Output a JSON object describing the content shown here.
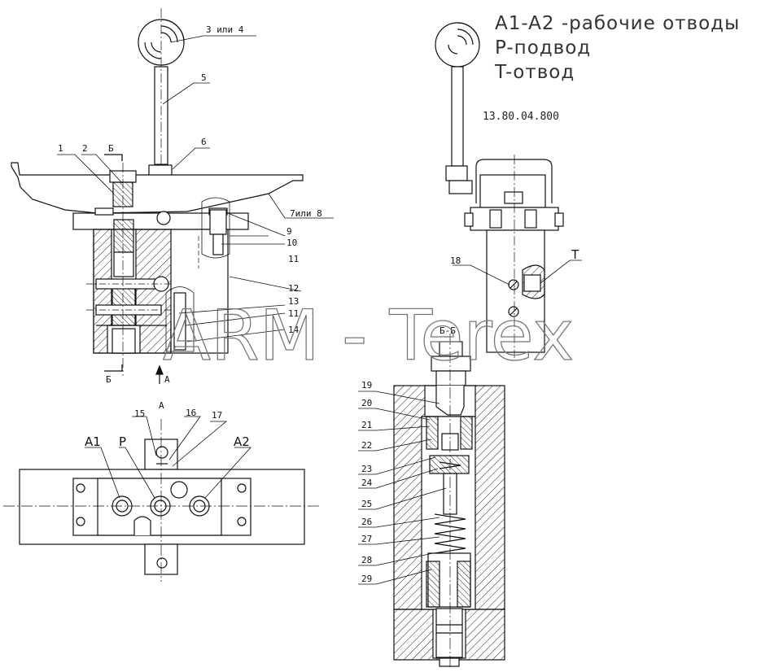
{
  "legend": {
    "line1": "A1-A2 -рабочие отводы",
    "line2": "P-подвод",
    "line3": "T-отвод"
  },
  "drawing_code": "13.80.04.800",
  "watermark": "ARM - Terex",
  "section_labels": {
    "section_b_top": "Б",
    "section_b_bottom": "Б",
    "view_a_arrow": "А",
    "view_a_top": "А",
    "section_bb": "Б-Б"
  },
  "ports": {
    "a1": "A1",
    "p": "P",
    "a2": "A2",
    "t": "T"
  },
  "callouts": {
    "c1": "1",
    "c2": "2",
    "c3_4": "3 или 4",
    "c5": "5",
    "c6": "6",
    "c7_8": "7или 8",
    "c9": "9",
    "c10": "10",
    "c11a": "11",
    "c12": "12",
    "c13": "13",
    "c11b": "11",
    "c14": "14",
    "c15": "15",
    "c16": "16",
    "c17": "17",
    "c18": "18",
    "c19": "19",
    "c20": "20",
    "c21": "21",
    "c22": "22",
    "c23": "23",
    "c24": "24",
    "c25": "25",
    "c26": "26",
    "c27": "27",
    "c28": "28",
    "c29": "29"
  }
}
